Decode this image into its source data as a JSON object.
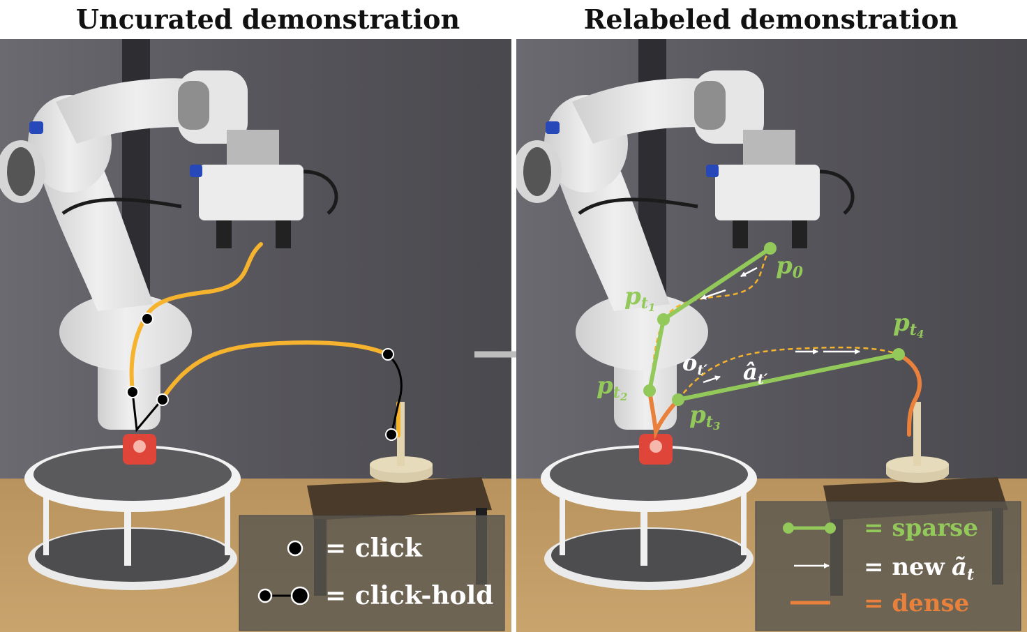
{
  "titles": {
    "left": "Uncurated demonstration",
    "right": "Relabeled demonstration"
  },
  "colors": {
    "trajectory_yellow": "#F5B32E",
    "sparse_green": "#93C95A",
    "dense_orange": "#E9803B",
    "new_action_white": "#FFFFFF",
    "click_black": "#000000"
  },
  "left_legend": {
    "click": "=  click",
    "click_hold": "=  click-hold"
  },
  "right_labels": {
    "p0": {
      "base": "p",
      "sub": "0"
    },
    "pt1": {
      "base": "p",
      "sub": "t",
      "subsub": "1"
    },
    "pt2": {
      "base": "p",
      "sub": "t",
      "subsub": "2"
    },
    "pt3": {
      "base": "p",
      "sub": "t",
      "subsub": "3"
    },
    "pt4": {
      "base": "p",
      "sub": "t",
      "subsub": "4"
    },
    "ot": {
      "base": "o",
      "sub": "t′"
    },
    "at": {
      "base": "â",
      "sub": "t′"
    }
  },
  "right_legend": {
    "sparse": "=  sparse",
    "new_eq": "=  new",
    "new_sym": "ã",
    "new_sub": "t",
    "dense": "=  dense"
  },
  "icons": {
    "arrow": "right-arrow-icon"
  }
}
